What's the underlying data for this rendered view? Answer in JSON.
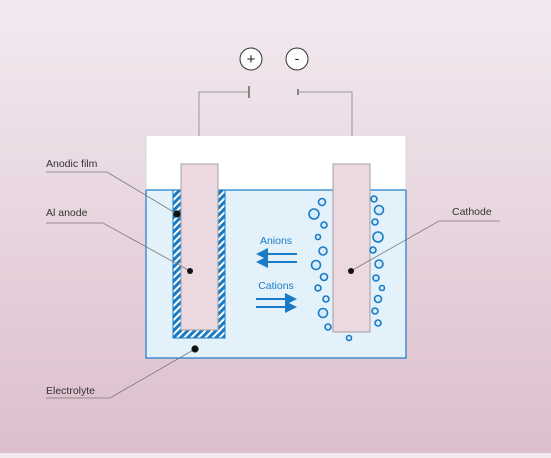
{
  "terminals": {
    "positive": "+",
    "negative": "-"
  },
  "labels": {
    "anodic_film": "Anodic film",
    "al_anode": "Al anode",
    "electrolyte": "Electrolyte",
    "cathode": "Cathode",
    "anions": "Anions",
    "cations": "Cations"
  },
  "colors": {
    "accent": "#1a7bc4",
    "electrolyte": "#e3f1fb",
    "electrode": "#ecd8e1",
    "line": "#8a8a8a"
  }
}
